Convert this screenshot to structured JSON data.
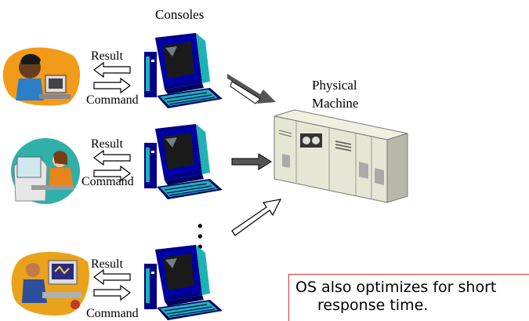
{
  "labels": {
    "consoles": "Consoles",
    "physical": "Physical",
    "machine": "Machine",
    "result": "Result",
    "command": "Command",
    "ellipsis": "• • •"
  },
  "note": {
    "line1": "OS also optimizes for short",
    "line2": "response time."
  },
  "colors": {
    "monitor_frame": "#000088",
    "monitor_side": "#1fb2b2",
    "screen": "#1a1a1a",
    "keyboard": "#1fb2b2",
    "note_border": "#dd3333",
    "machine_body": "#e6e6d4",
    "arrow_dark": "#555555"
  }
}
